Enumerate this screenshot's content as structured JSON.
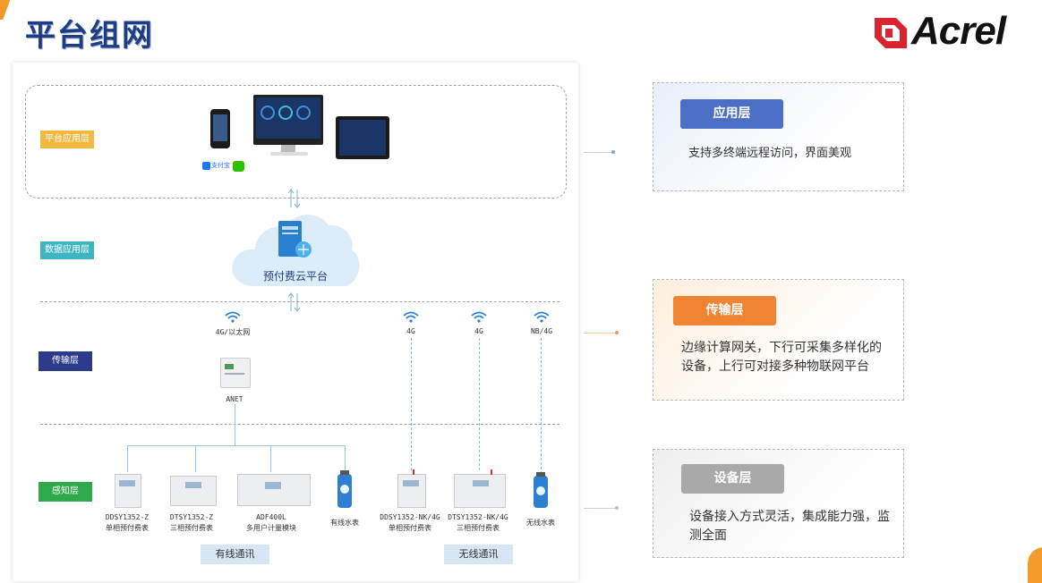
{
  "page_title": "平台组网",
  "logo_text": "Acrel",
  "layers": {
    "platform_app": "平台应用层",
    "data_app": "数据应用层",
    "transport": "传输层",
    "perception": "感知层"
  },
  "cloud_label": "预付费云平台",
  "app_logos": {
    "alipay": "支付宝"
  },
  "network": {
    "wired_label": "4G/以太网",
    "wireless": [
      "4G",
      "4G",
      "NB/4G"
    ],
    "gateway": "ANET"
  },
  "devices": [
    {
      "model": "DDSY1352-Z",
      "desc": "单相预付费表"
    },
    {
      "model": "DTSY1352-Z",
      "desc": "三相预付费表"
    },
    {
      "model": "ADF400L",
      "desc": "多用户计量模块"
    },
    {
      "model": "",
      "desc": "有线水表"
    },
    {
      "model": "DDSY1352-NK/4G",
      "desc": "单相预付费表"
    },
    {
      "model": "DTSY1352-NK/4G",
      "desc": "三相预付费表"
    },
    {
      "model": "",
      "desc": "无线水表"
    }
  ],
  "comm": {
    "wired": "有线通讯",
    "wireless": "无线通讯"
  },
  "right_panels": [
    {
      "title": "应用层",
      "text": "支持多终端远程访问，界面美观",
      "color": "#4b6fc4"
    },
    {
      "title": "传输层",
      "text": "边缘计算网关，下行可采集多样化的设备，上行可对接多种物联网平台",
      "color": "#ef8433"
    },
    {
      "title": "设备层",
      "text": "设备接入方式灵活，集成能力强，监测全面",
      "color": "#a9a9a9"
    }
  ],
  "colors": {
    "title": "#1f3d82",
    "platform_tag": "#f2b941",
    "data_tag": "#3fb5c2",
    "transport_tag": "#2c3a8c",
    "perception_tag": "#2eaa4a"
  }
}
